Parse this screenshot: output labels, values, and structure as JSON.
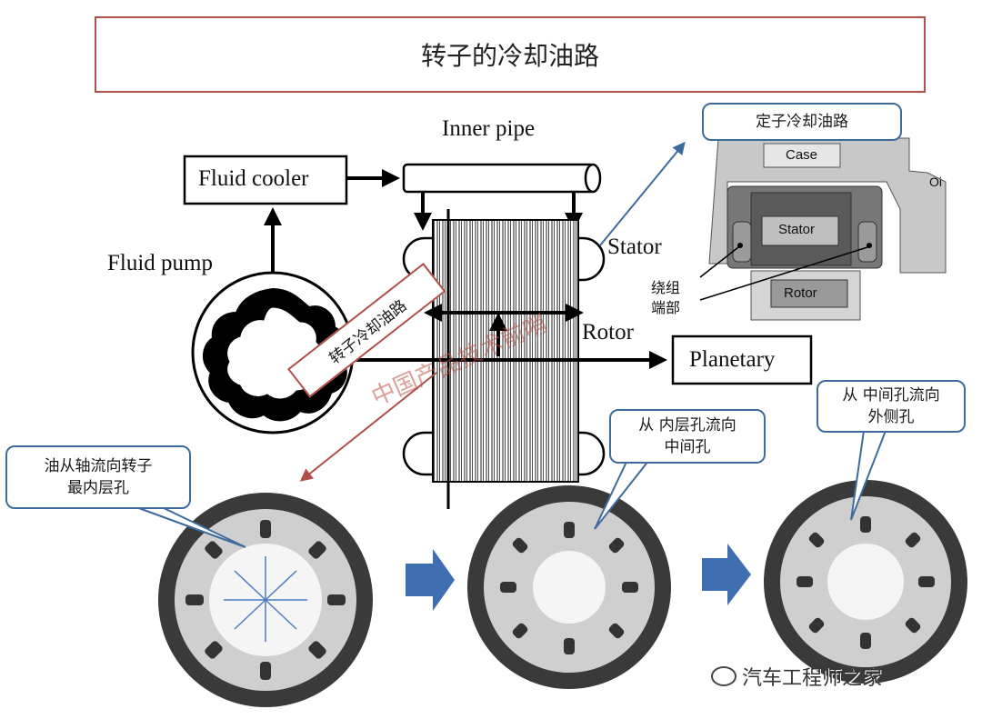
{
  "title": "转子的冷却油路",
  "diagram": {
    "inner_pipe": "Inner pipe",
    "fluid_cooler": "Fluid cooler",
    "fluid_pump": "Fluid pump",
    "stator": "Stator",
    "rotor": "Rotor",
    "planetary": "Planetary"
  },
  "inset": {
    "callout": "定子冷却油路",
    "case": "Case",
    "oil": "Oi",
    "stator": "Stator",
    "rotor": "Rotor",
    "winding_end": "绕组\n端部"
  },
  "rotor_path_label": "转子冷却油路",
  "callouts": {
    "inner": "油从轴流向转子\n最内层孔",
    "middle": "从 内层孔流向\n中间孔",
    "outer": "从 中间孔流向\n外侧孔"
  },
  "watermarks": {
    "diagonal": "中国产品技术前哨",
    "brand": "汽车工程师之家"
  },
  "colors": {
    "title_border": "#b0504a",
    "callout_border": "#3e6b9e",
    "flow_arrow": "#3f6fb0"
  }
}
